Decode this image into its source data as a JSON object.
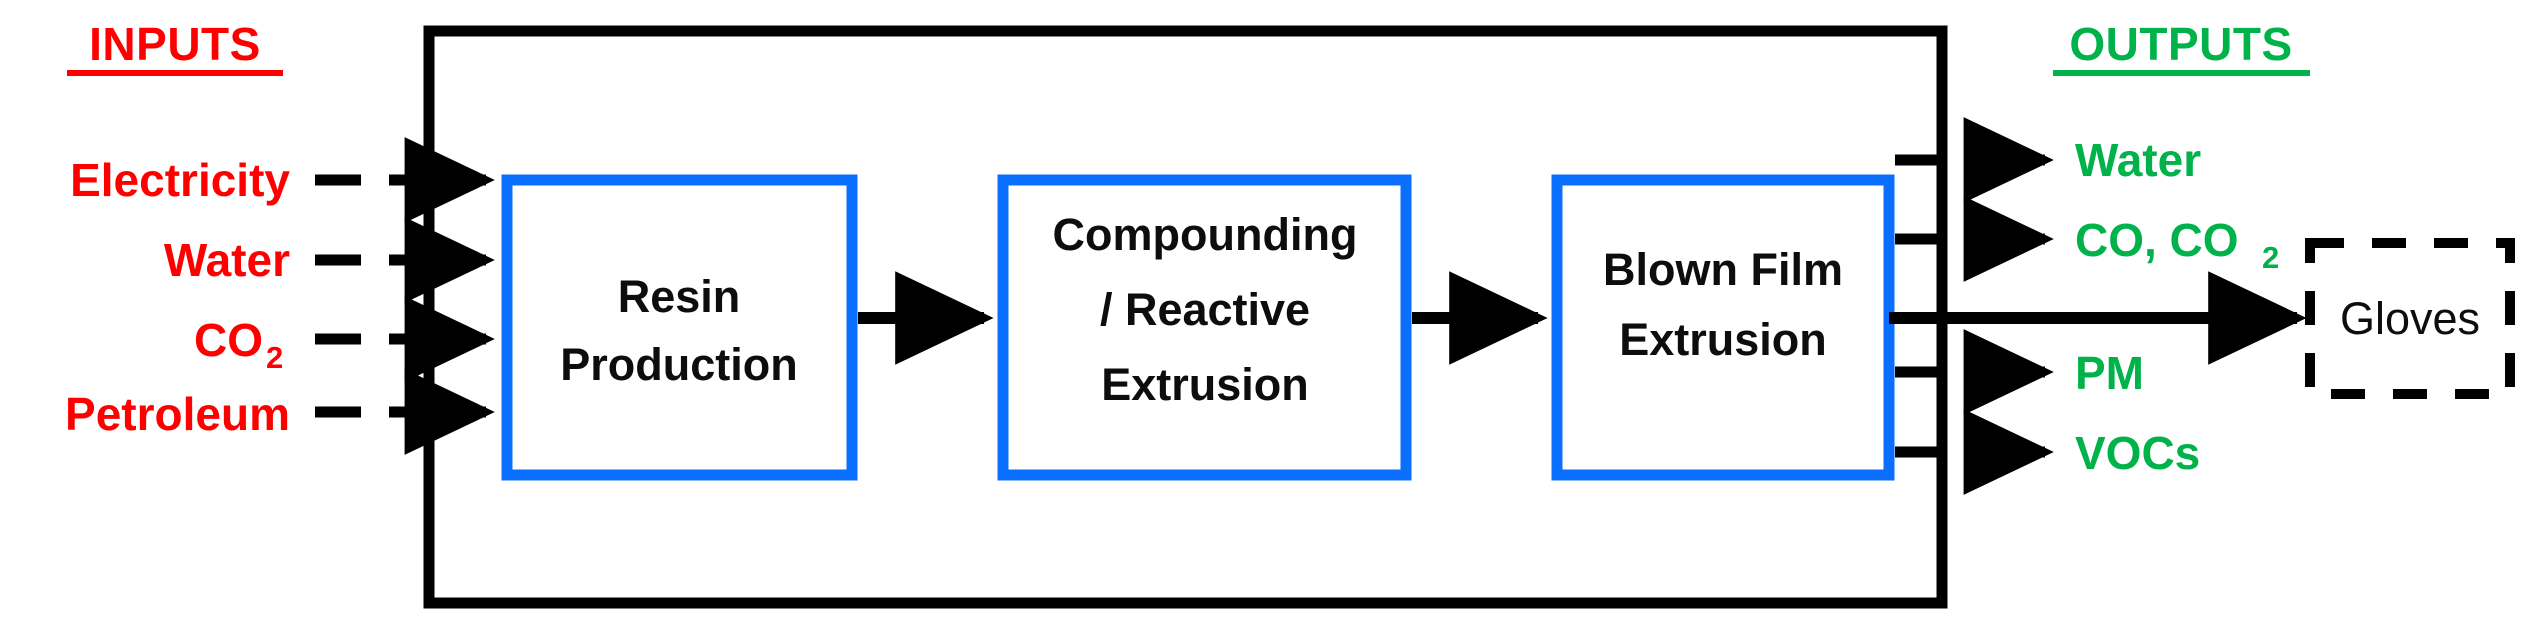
{
  "diagram": {
    "title": "Glove manufacturing process flow with system boundary",
    "colors": {
      "input": "#FF0000",
      "output": "#00B24A",
      "process_box_border": "#0B6FFD",
      "boundary": "#000000",
      "product_box_border": "#000000",
      "background": "#FFFFFF"
    },
    "inputs": {
      "header": "INPUTS",
      "items": [
        {
          "label": "Electricity",
          "sub": ""
        },
        {
          "label": "Water",
          "sub": ""
        },
        {
          "label": "CO",
          "sub": "2"
        },
        {
          "label": "Petroleum",
          "sub": ""
        }
      ]
    },
    "outputs": {
      "header": "OUTPUTS",
      "items": [
        {
          "label": "Water",
          "sub": ""
        },
        {
          "label": "CO, CO",
          "sub": "2"
        },
        {
          "label": "PM",
          "sub": ""
        },
        {
          "label": "VOCs",
          "sub": ""
        }
      ]
    },
    "processes": [
      {
        "id": "resin-production",
        "lines": [
          "Resin",
          "Production"
        ]
      },
      {
        "id": "compounding-reactive-extrusion",
        "lines": [
          "Compounding",
          "/ Reactive",
          "Extrusion"
        ]
      },
      {
        "id": "blown-film-extrusion",
        "lines": [
          "Blown Film",
          "Extrusion"
        ]
      }
    ],
    "product": {
      "id": "gloves",
      "label": "Gloves"
    }
  }
}
